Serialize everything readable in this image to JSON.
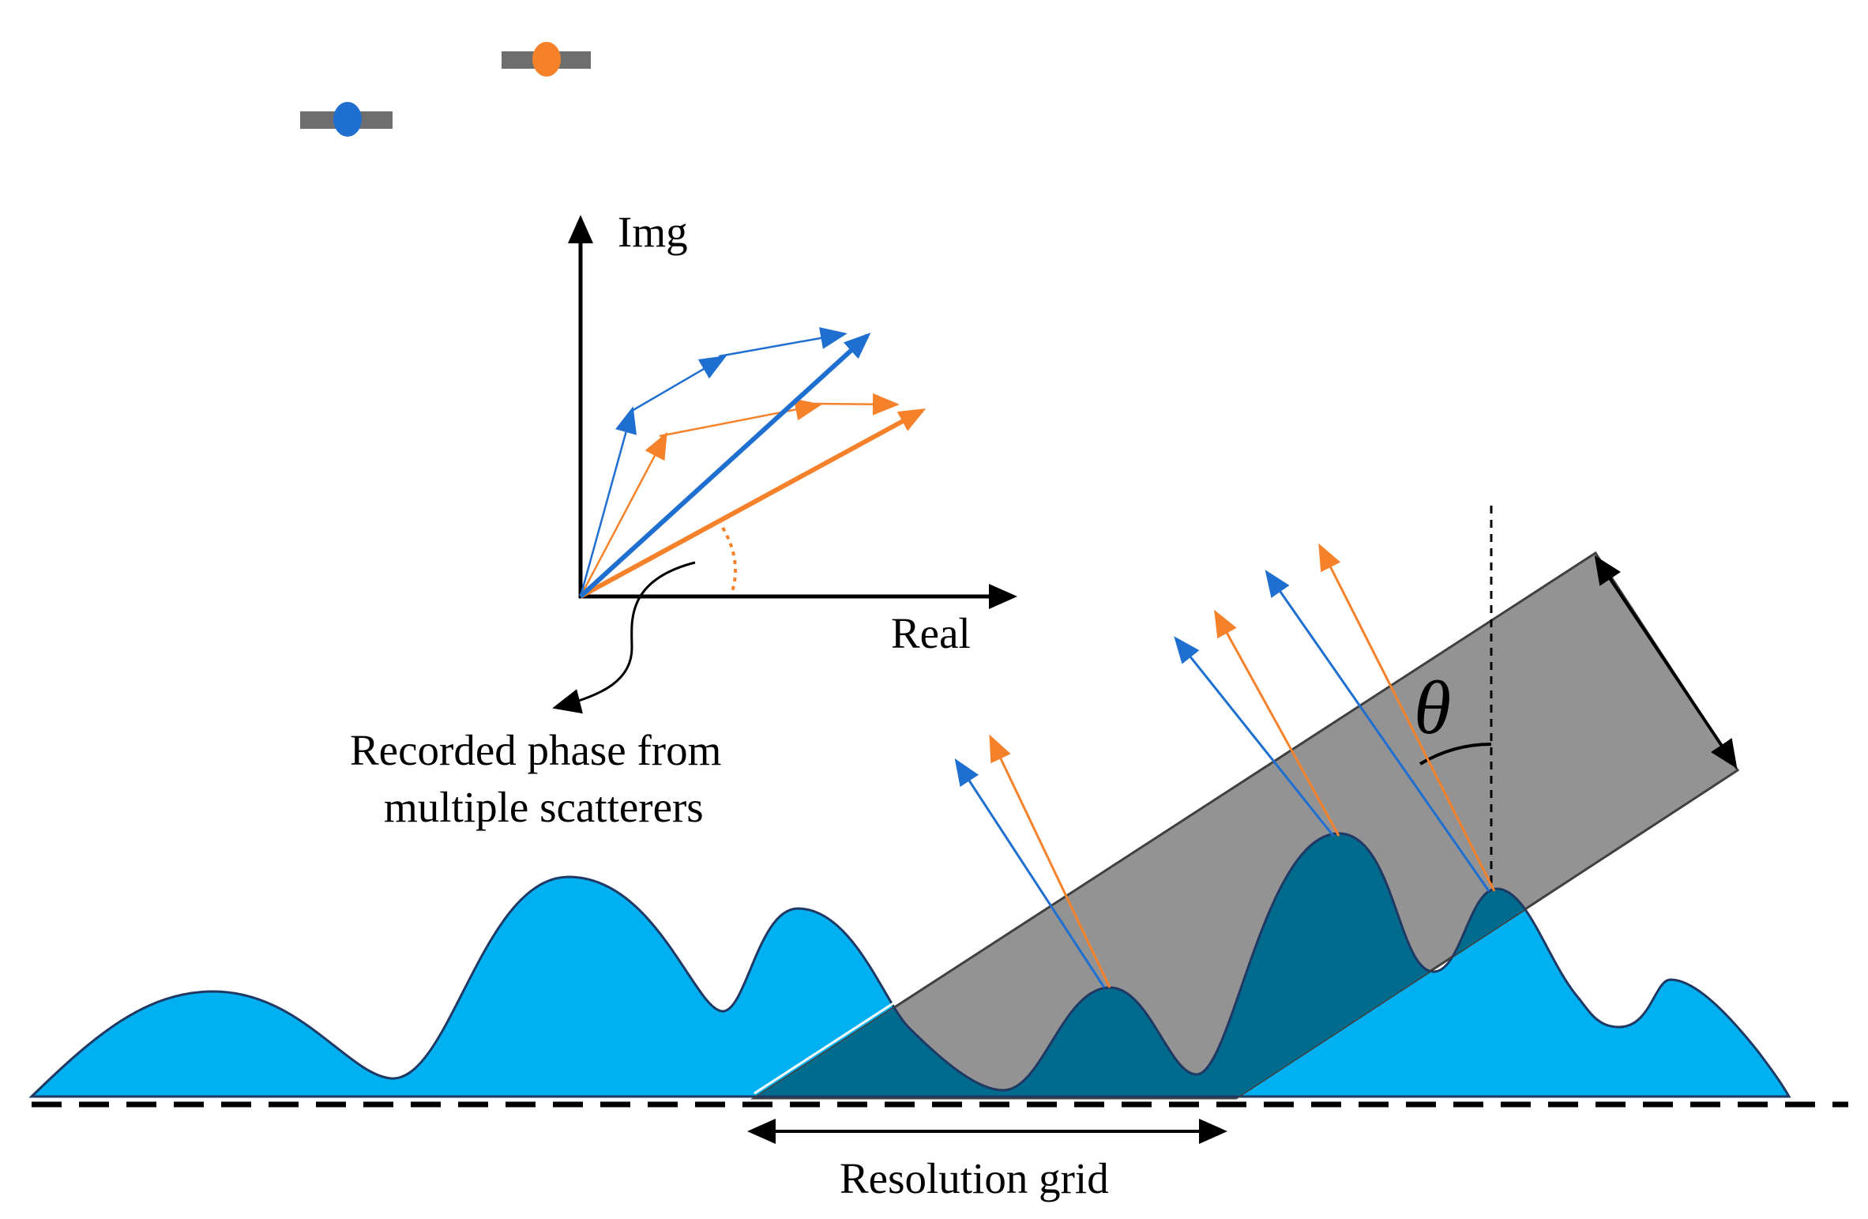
{
  "colors": {
    "blue": "#1f6fd1",
    "orange": "#f5822a",
    "terrain": "#00b0f0",
    "terrain_outline": "#1f3864",
    "terrain_shadow": "#006b8c",
    "beam": "#808080",
    "satellite_bar": "#6e6e6e"
  },
  "labels": {
    "img_axis": "Img",
    "real_axis": "Real",
    "recorded_phase_line1": "Recorded phase  from",
    "recorded_phase_line2": "multiple scatterers",
    "resolution_grid": "Resolution grid",
    "theta": "θ"
  },
  "icons": {
    "satellite_1": "satellite-blue-icon",
    "satellite_2": "satellite-orange-icon"
  }
}
